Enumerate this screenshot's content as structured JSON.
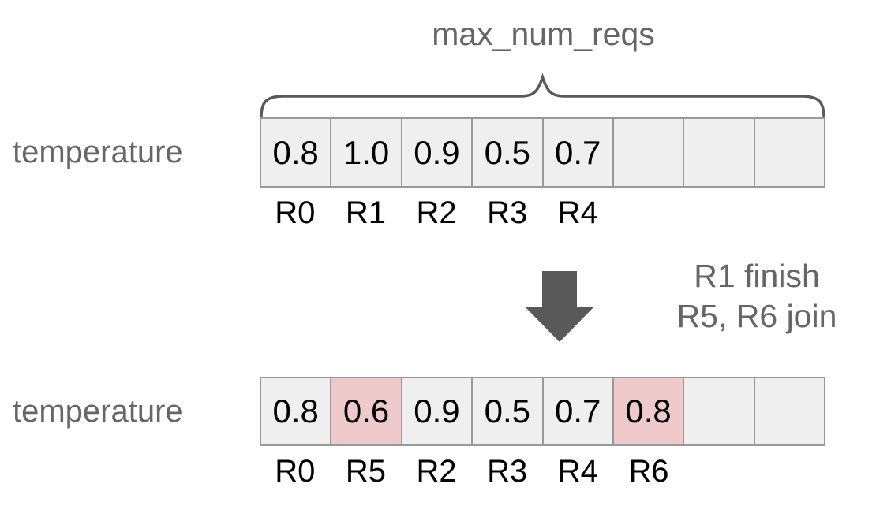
{
  "figure": {
    "brace_label": "max_num_reqs",
    "brace_icon": "curly-brace-top-icon",
    "arrow_icon": "arrow-down-icon"
  },
  "transition": {
    "line1": "R1 finish",
    "line2": "R5, R6 join"
  },
  "states": [
    {
      "row_label": "temperature",
      "cells": [
        {
          "value": "0.8",
          "highlighted": false
        },
        {
          "value": "1.0",
          "highlighted": false
        },
        {
          "value": "0.9",
          "highlighted": false
        },
        {
          "value": "0.5",
          "highlighted": false
        },
        {
          "value": "0.7",
          "highlighted": false
        },
        {
          "value": "",
          "highlighted": false
        },
        {
          "value": "",
          "highlighted": false
        },
        {
          "value": "",
          "highlighted": false
        }
      ],
      "request_labels": [
        "R0",
        "R1",
        "R2",
        "R3",
        "R4",
        "",
        "",
        ""
      ]
    },
    {
      "row_label": "temperature",
      "cells": [
        {
          "value": "0.8",
          "highlighted": false
        },
        {
          "value": "0.6",
          "highlighted": true
        },
        {
          "value": "0.9",
          "highlighted": false
        },
        {
          "value": "0.5",
          "highlighted": false
        },
        {
          "value": "0.7",
          "highlighted": false
        },
        {
          "value": "0.8",
          "highlighted": true
        },
        {
          "value": "",
          "highlighted": false
        },
        {
          "value": "",
          "highlighted": false
        }
      ],
      "request_labels": [
        "R0",
        "R5",
        "R2",
        "R3",
        "R4",
        "R6",
        "",
        ""
      ]
    }
  ],
  "colors": {
    "cell_bg": "#efefef",
    "cell_highlight_bg": "#eecaca",
    "cell_border": "#999999",
    "gray_text": "#666666",
    "arrow_fill": "#595959",
    "value_text": "#000000"
  }
}
